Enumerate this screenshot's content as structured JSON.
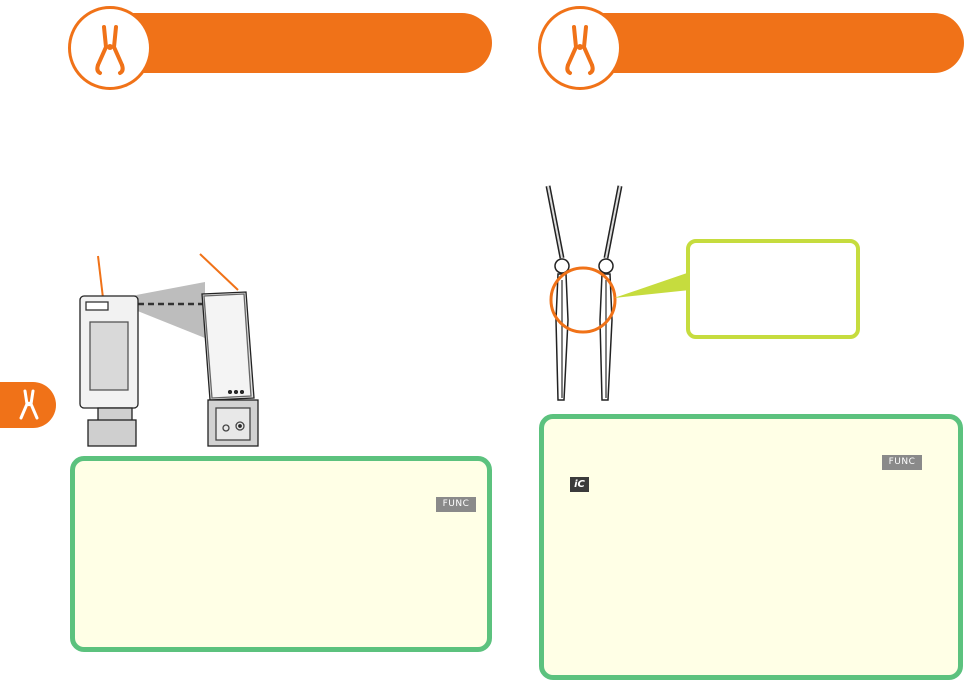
{
  "header": {
    "left": {
      "icon": "pliers-icon",
      "title": ""
    },
    "right": {
      "icon": "pliers-icon",
      "title": ""
    }
  },
  "side_tab": {
    "icon": "pliers-icon"
  },
  "left_box": {
    "key_label": "FUNC"
  },
  "right_box": {
    "key_label": "FUNC",
    "ic_label": "iC"
  },
  "colors": {
    "accent": "#F07218",
    "box_border": "#5CC27E",
    "box_fill": "#FFFFE6",
    "callout_border": "#C6DC3E"
  }
}
